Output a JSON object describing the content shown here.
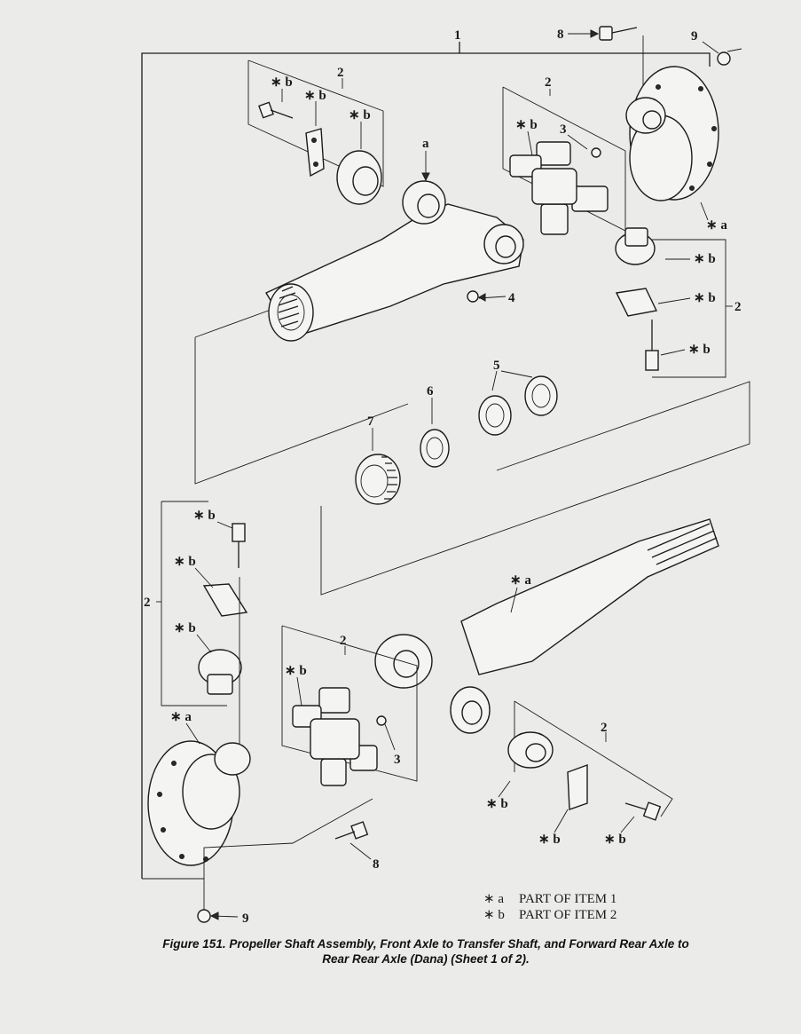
{
  "callouts": {
    "item1": "1",
    "item2": "2",
    "item3": "3",
    "item4": "4",
    "item5": "5",
    "item6": "6",
    "item7": "7",
    "item8": "8",
    "item9": "9",
    "mark_a": "∗ a",
    "mark_b": "∗ b",
    "letter_a": "a"
  },
  "legend": {
    "a": {
      "mark": "∗ a",
      "text": "PART OF ITEM 1"
    },
    "b": {
      "mark": "∗ b",
      "text": "PART OF ITEM 2"
    }
  },
  "caption": {
    "line1": "Figure 151. Propeller Shaft Assembly, Front Axle to Transfer Shaft, and Forward Rear Axle to",
    "line2": "Rear Rear Axle (Dana) (Sheet 1 of 2)."
  }
}
